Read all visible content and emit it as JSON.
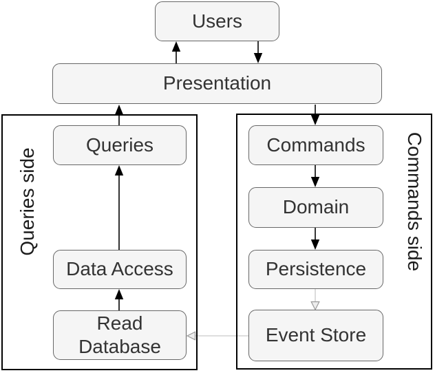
{
  "diagram": {
    "nodes": {
      "users": {
        "label": "Users"
      },
      "presentation": {
        "label": "Presentation"
      },
      "queries": {
        "label": "Queries"
      },
      "commands": {
        "label": "Commands"
      },
      "domain": {
        "label": "Domain"
      },
      "data_access": {
        "label": "Data Access"
      },
      "persistence": {
        "label": "Persistence"
      },
      "read_database": {
        "label": "Read\nDatabase"
      },
      "event_store": {
        "label": "Event Store"
      }
    },
    "groups": {
      "queries_side": {
        "label": "Queries side"
      },
      "commands_side": {
        "label": "Commands side"
      }
    },
    "edges": [
      {
        "from": "presentation",
        "to": "users",
        "style": "solid-black"
      },
      {
        "from": "users",
        "to": "presentation",
        "style": "solid-black"
      },
      {
        "from": "queries",
        "to": "presentation",
        "style": "solid-black"
      },
      {
        "from": "presentation",
        "to": "commands",
        "style": "solid-black"
      },
      {
        "from": "data_access",
        "to": "queries",
        "style": "solid-black"
      },
      {
        "from": "read_database",
        "to": "data_access",
        "style": "solid-black"
      },
      {
        "from": "commands",
        "to": "domain",
        "style": "solid-black"
      },
      {
        "from": "domain",
        "to": "persistence",
        "style": "solid-black"
      },
      {
        "from": "persistence",
        "to": "event_store",
        "style": "solid-gray"
      },
      {
        "from": "event_store",
        "to": "read_database",
        "style": "solid-gray"
      }
    ],
    "colors": {
      "node_fill": "#f5f5f5",
      "node_border": "#666666",
      "group_border": "#000000",
      "arrow_primary": "#000000",
      "arrow_secondary": "#c9c9c9",
      "arrowhead_secondary_stroke": "#999999",
      "text": "#333333"
    }
  }
}
